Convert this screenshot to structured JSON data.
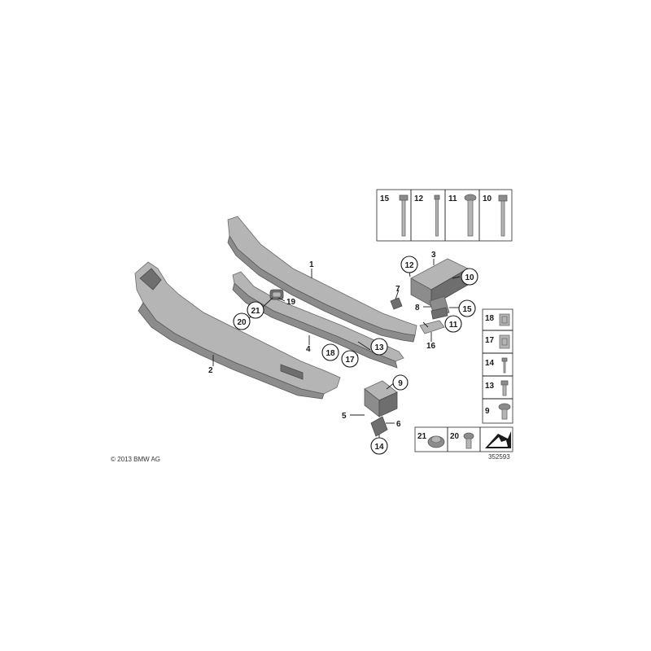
{
  "callouts": {
    "c1": "1",
    "c2": "2",
    "c3": "3",
    "c4": "4",
    "c5": "5",
    "c6": "6",
    "c7": "7",
    "c8": "8",
    "c9": "9",
    "c10": "10",
    "c11": "11",
    "c12": "12",
    "c13": "13",
    "c14": "14",
    "c15": "15",
    "c16": "16",
    "c17": "17",
    "c18": "18",
    "c19": "19",
    "c20": "20",
    "c21": "21"
  },
  "bolt_panel": {
    "labels": [
      "15",
      "12",
      "11",
      "10"
    ]
  },
  "fastener_panel": {
    "labels": [
      "18",
      "17",
      "14",
      "13",
      "9"
    ]
  },
  "bottom_panel": {
    "labels": [
      "21",
      "20"
    ]
  },
  "copyright": "© 2013 BMW AG",
  "diagram_number": "352593"
}
